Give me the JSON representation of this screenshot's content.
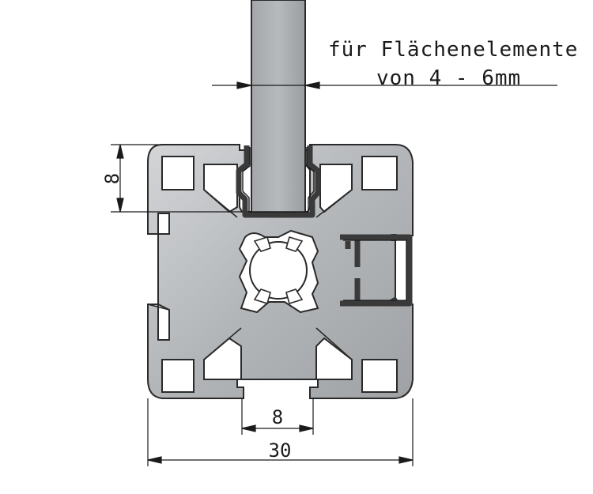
{
  "annotation": {
    "line1": "für Flächenelemente",
    "line2": "von 4 - 6mm"
  },
  "dimensions": {
    "groove_height": "8",
    "slot_width": "8",
    "profile_width": "30"
  },
  "colors": {
    "profile": "#b9bcbf",
    "panel": "#a8abae",
    "seal": "#3a3a3a",
    "line": "#1a1a1a"
  }
}
